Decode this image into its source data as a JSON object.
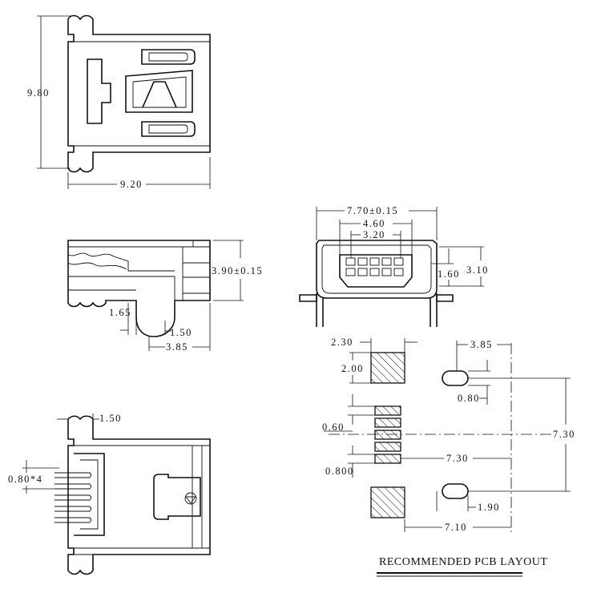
{
  "dimensions": {
    "top_height": "9.80",
    "top_width": "9.20",
    "side_height": "3.90±0.15",
    "side_d165": "1.65",
    "side_d150": "1.50",
    "side_d385": "3.85",
    "front_width": "7.70±0.15",
    "front_d460": "4.60",
    "front_d320": "3.20",
    "front_d160": "1.60",
    "front_d310": "3.10",
    "bottom_d150": "1.50",
    "bottom_pitch": "0.80*4",
    "pcb_d230": "2.30",
    "pcb_d200": "2.00",
    "pcb_d385": "3.85",
    "pcb_d080": "0.80",
    "pcb_d060": "0.60",
    "pcb_d0800": "0.800",
    "pcb_d730_h": "7.30",
    "pcb_d730_v": "7.30",
    "pcb_d190": "1.90",
    "pcb_d710": "7.10"
  },
  "pcb_title": "RECOMMENDED PCB LAYOUT"
}
